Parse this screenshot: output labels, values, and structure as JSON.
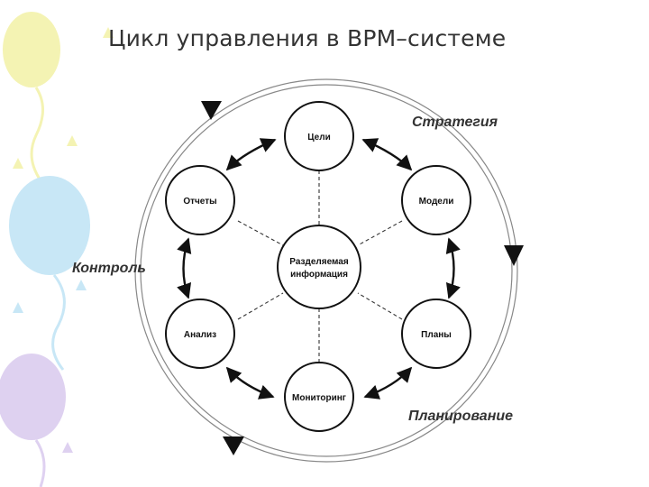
{
  "slide": {
    "title": "Цикл управления в BPM–системе"
  },
  "diagram": {
    "center": {
      "line1": "Разделяемая",
      "line2": "информация"
    },
    "nodes": {
      "goals": "Цели",
      "models": "Модели",
      "plans": "Планы",
      "monitoring": "Мониторинг",
      "analysis": "Анализ",
      "reports": "Отчеты"
    },
    "phases": {
      "strategy": "Стратегия",
      "control": "Контроль",
      "planning": "Планирование"
    }
  },
  "colors": {
    "balloon_yellow": "#f3f1a6",
    "balloon_blue": "#bfe3f5",
    "balloon_purple": "#d9c9ee",
    "line": "#111111",
    "ring": "#888888"
  }
}
